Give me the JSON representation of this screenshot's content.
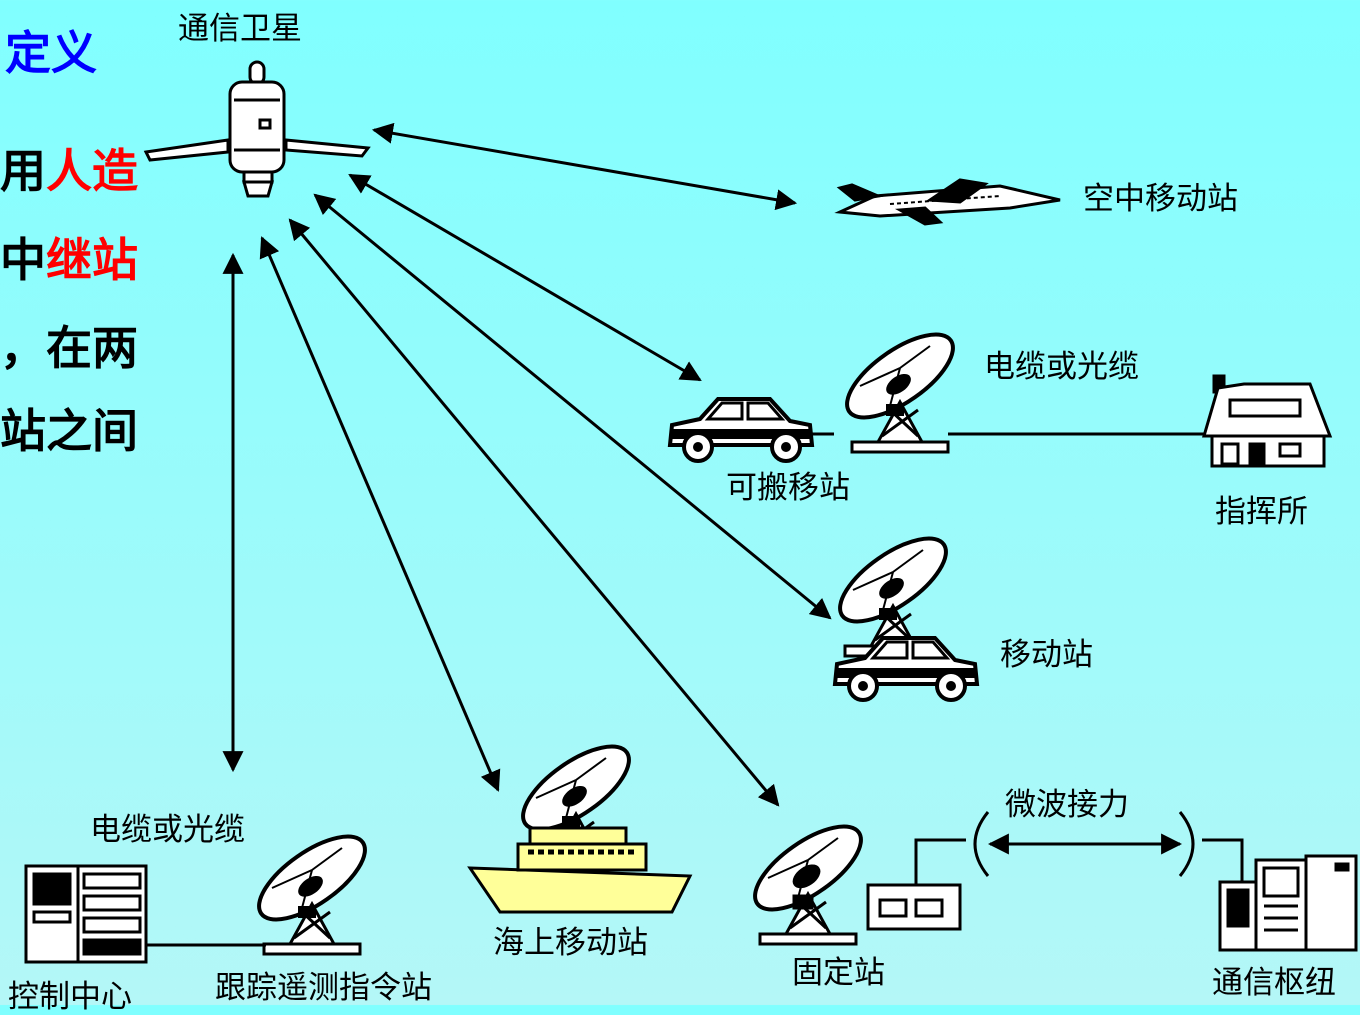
{
  "colors": {
    "background": "#80ffff",
    "title": "#0000ff",
    "highlight": "#ff0000",
    "text": "#000000"
  },
  "side_text": {
    "title": "定义",
    "line1_a": "用",
    "line1_b": "人造",
    "line2_a": "中",
    "line2_b": "继站",
    "line3": "，在两",
    "line4": "站之间"
  },
  "labels": {
    "satellite": "通信卫星",
    "air_station": "空中移动站",
    "cable1": "电缆或光缆",
    "portable_station": "可搬移站",
    "command_post": "指挥所",
    "mobile_station": "移动站",
    "microwave_relay": "微波接力",
    "cable2": "电缆或光缆",
    "control_center": "控制中心",
    "ttc_station": "跟踪遥测指令站",
    "sea_station": "海上移动站",
    "fixed_station": "固定站",
    "comm_hub": "通信枢纽"
  },
  "icons": [
    "satellite-icon",
    "airplane-icon",
    "car-icon",
    "dish-icon",
    "house-icon",
    "ship-icon",
    "server-icon",
    "terminal-icon"
  ]
}
